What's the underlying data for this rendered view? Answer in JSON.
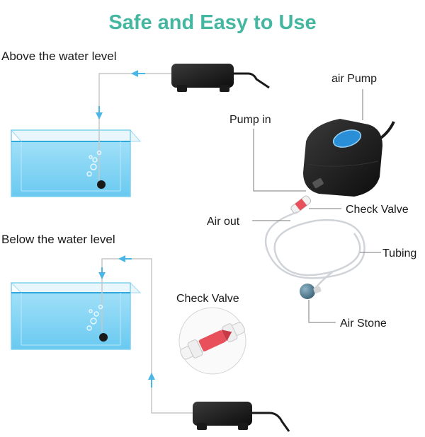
{
  "title": "Safe and Easy to Use",
  "setups": {
    "above": "Above the water level",
    "below": "Below the water level"
  },
  "labels": {
    "air_pump": "air Pump",
    "pump_in": "Pump in",
    "check_valve": "Check Valve",
    "air_out": "Air out",
    "tubing": "Tubing",
    "air_stone": "Air Stone",
    "check_valve_inset": "Check Valve"
  },
  "colors": {
    "title": "#45b7a0",
    "water": "#5ac6ef",
    "flow_arrow": "#49b6e6",
    "pump": "#1e1e1e",
    "valve": "#e8505b",
    "leader_line": "#7a7a7a"
  }
}
